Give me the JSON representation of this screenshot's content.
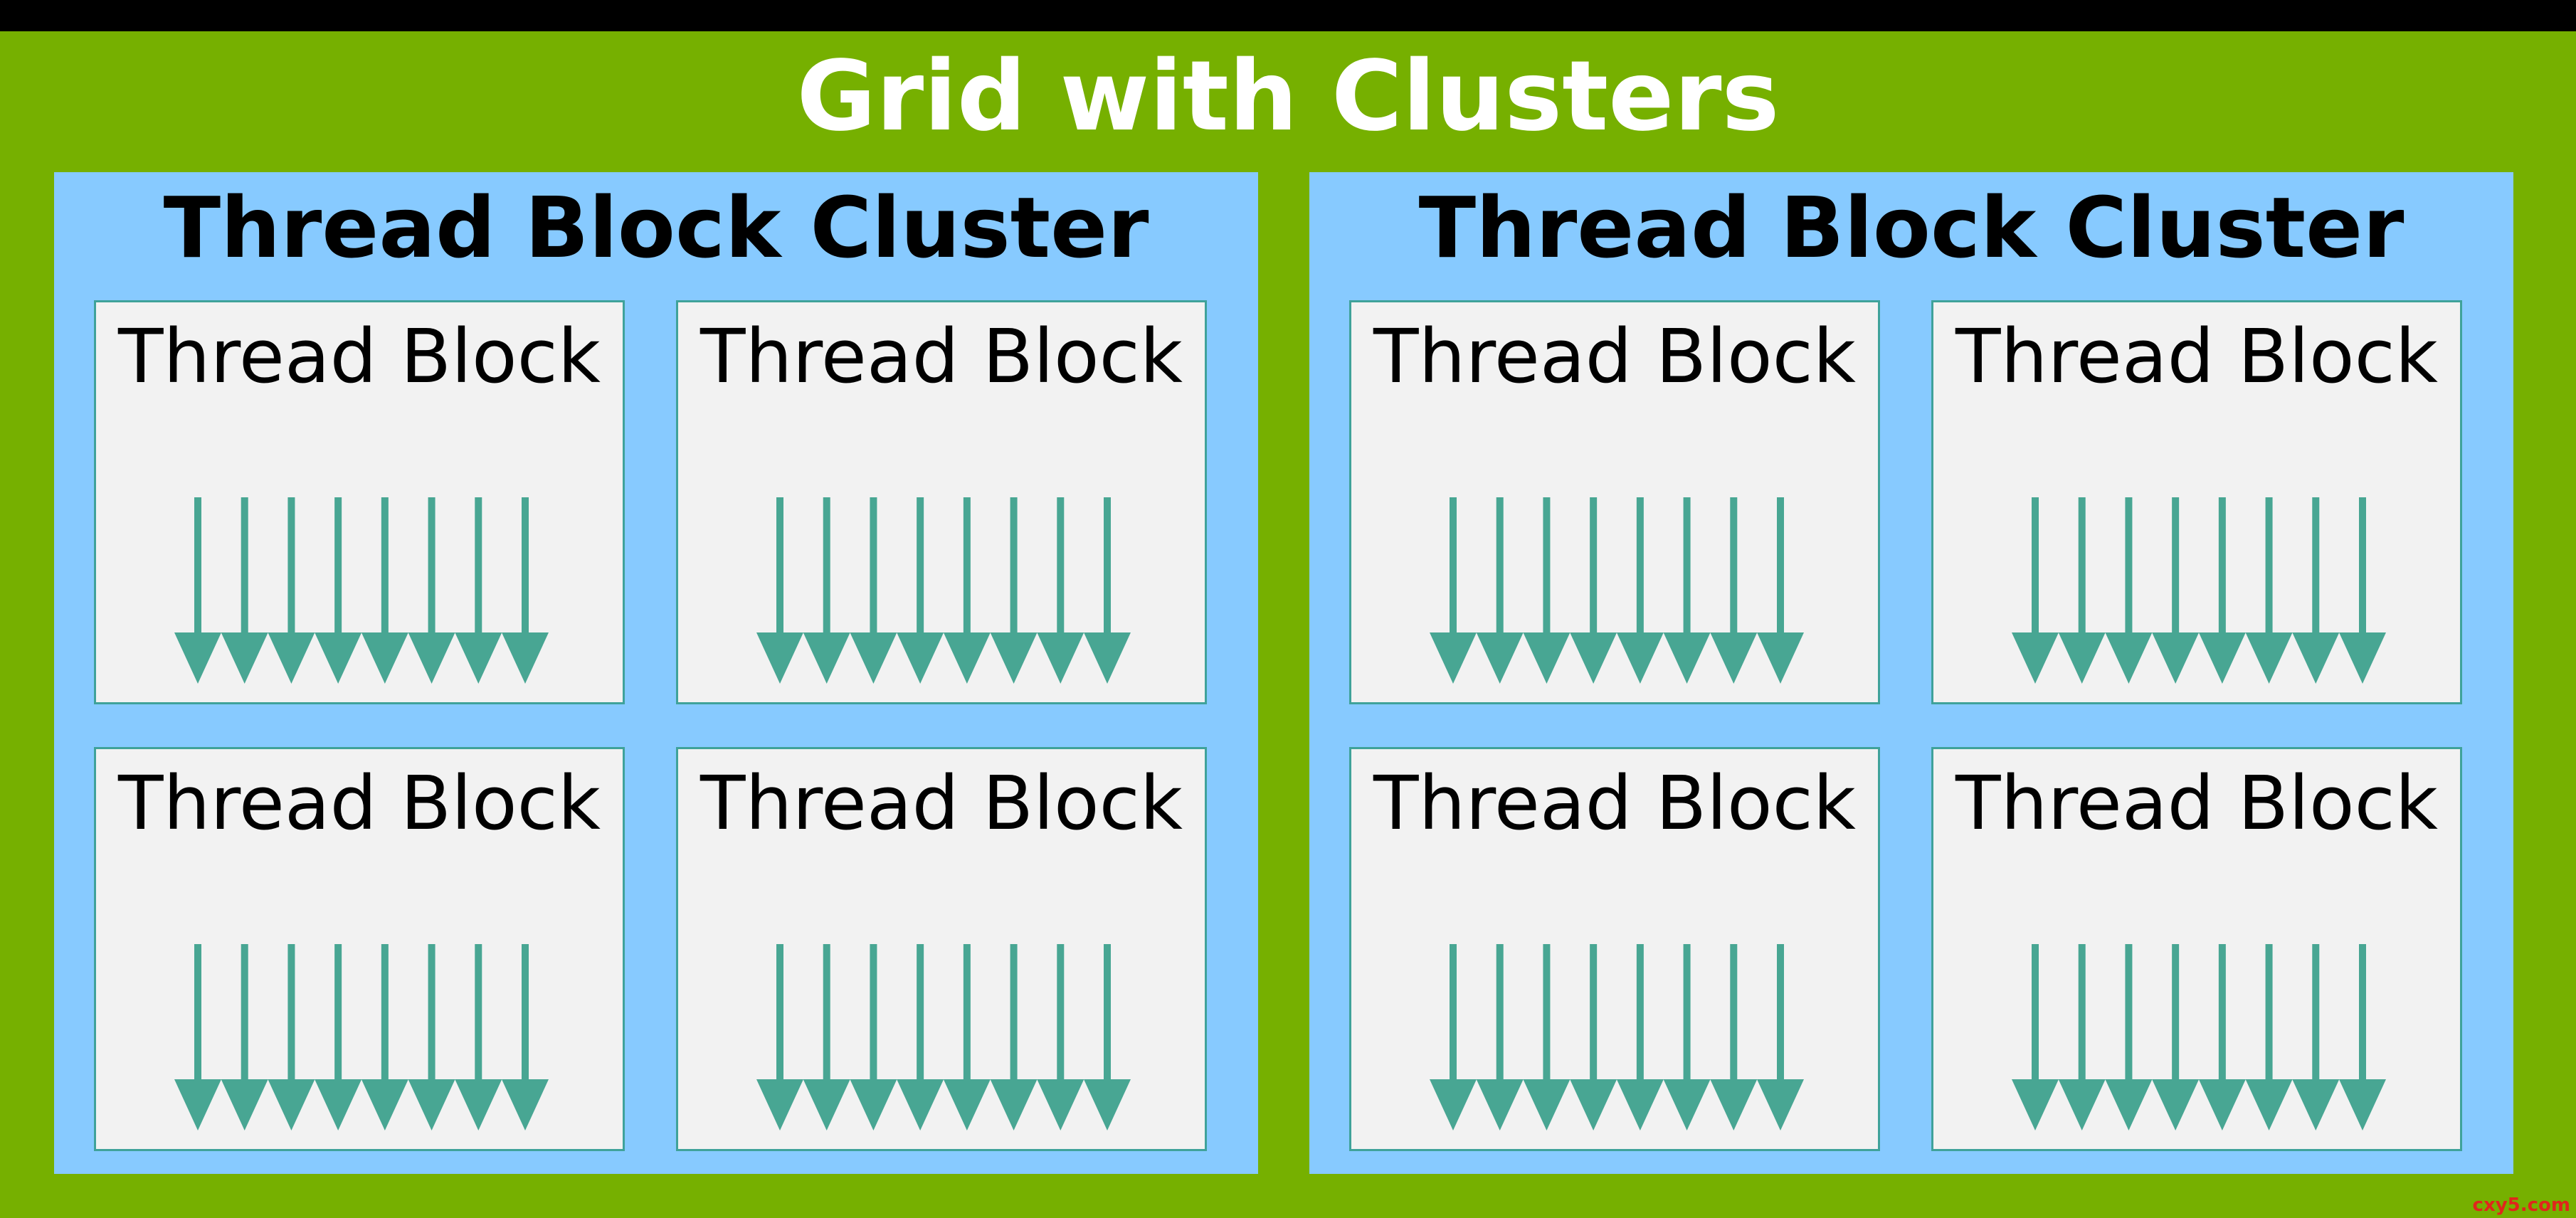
{
  "title": "Grid with Clusters",
  "clusters": [
    {
      "label": "Thread Block Cluster",
      "blocks": [
        {
          "label": "Thread Block",
          "threads": 8
        },
        {
          "label": "Thread Block",
          "threads": 8
        },
        {
          "label": "Thread Block",
          "threads": 8
        },
        {
          "label": "Thread Block",
          "threads": 8
        }
      ]
    },
    {
      "label": "Thread Block Cluster",
      "blocks": [
        {
          "label": "Thread Block",
          "threads": 8
        },
        {
          "label": "Thread Block",
          "threads": 8
        },
        {
          "label": "Thread Block",
          "threads": 8
        },
        {
          "label": "Thread Block",
          "threads": 8
        }
      ]
    }
  ],
  "watermark": "cxy5.com",
  "colors": {
    "grid_background": "#76b000",
    "cluster_background": "#87caff",
    "block_background": "#f2f2f2",
    "block_border": "#3fa29a",
    "thread_arrow": "#48a693",
    "title_text": "#ffffff",
    "watermark_text": "#e0261c"
  }
}
